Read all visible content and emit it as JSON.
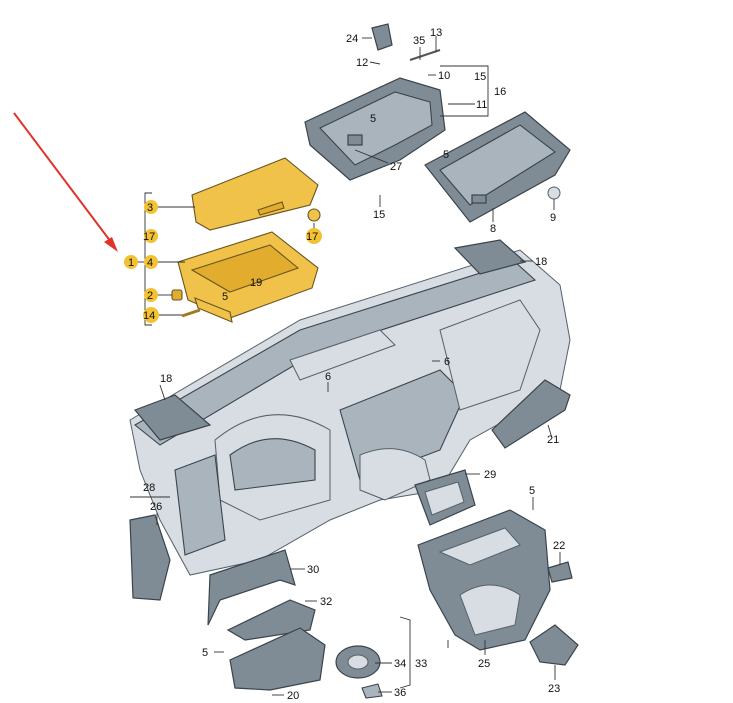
{
  "labels": {
    "l1": "1",
    "l2": "2",
    "l3": "3",
    "l4": "4",
    "l5a": "5",
    "l5b": "5",
    "l5c": "5",
    "l5d": "5",
    "l5e": "5",
    "l6a": "6",
    "l6b": "6",
    "l8": "8",
    "l9": "9",
    "l10": "10",
    "l11": "11",
    "l12": "12",
    "l13": "13",
    "l14": "14",
    "l15a": "15",
    "l15b": "15",
    "l16": "16",
    "l17a": "17",
    "l17b": "17",
    "l18a": "18",
    "l18b": "18",
    "l19": "19",
    "l20": "20",
    "l21": "21",
    "l22": "22",
    "l23": "23",
    "l24": "24",
    "l25": "25",
    "l26": "26",
    "l27": "27",
    "l28": "28",
    "l29": "29",
    "l30": "30",
    "l32": "32",
    "l33": "33",
    "l34": "34",
    "l35": "35",
    "l36": "36"
  },
  "colors": {
    "highlight_badge": "#f2c233",
    "highlight_part": "#f0c24a",
    "pointer_arrow": "#e0342b",
    "part_gray": "#7f8c96"
  }
}
